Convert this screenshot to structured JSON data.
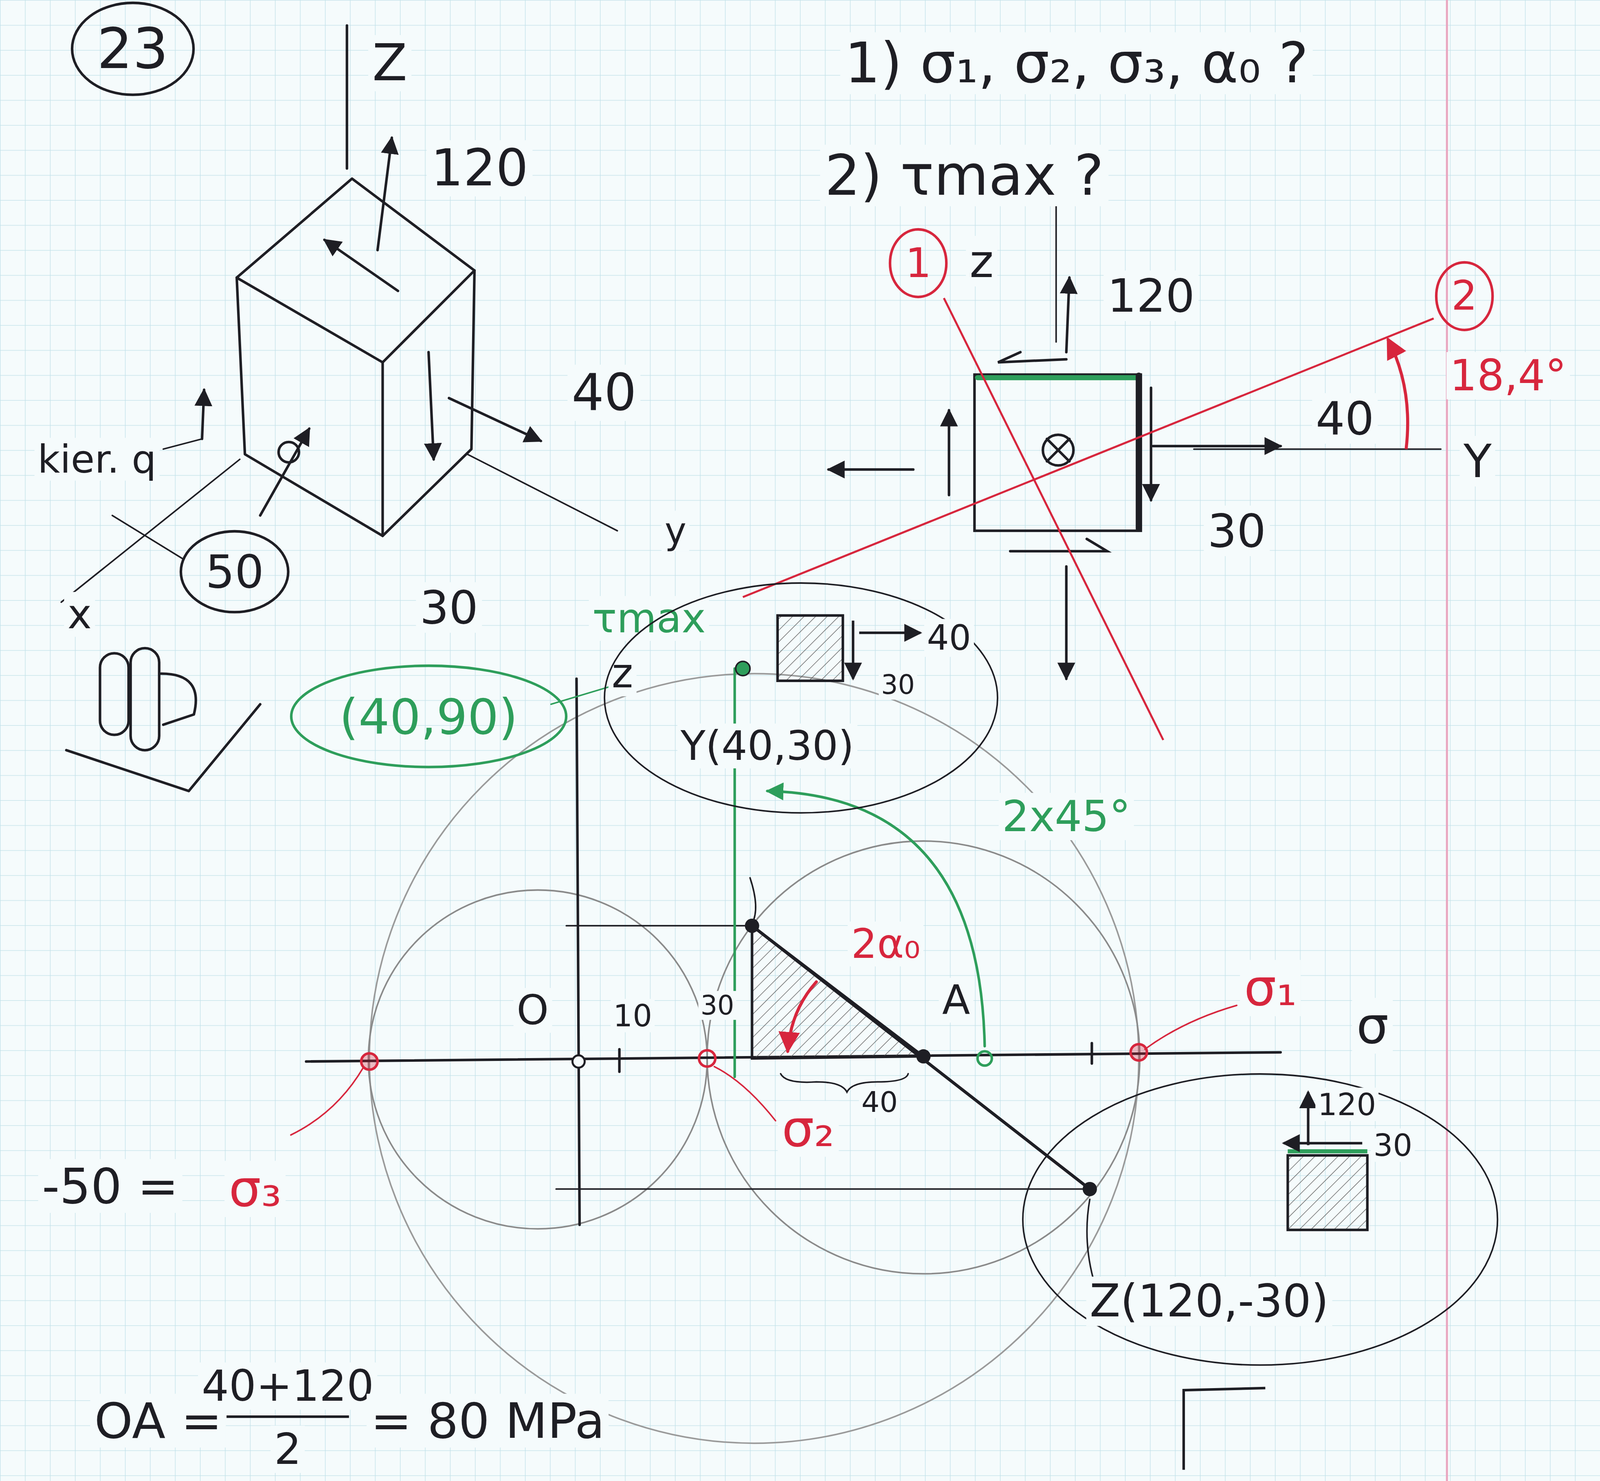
{
  "diagram": {
    "nodes": [
      {
        "text": [
          "23"
        ]
      },
      {
        "text": [
          "50"
        ]
      },
      {
        "text": [
          "1"
        ]
      },
      {
        "text": [
          "2"
        ]
      },
      {
        "text": [
          "(40,90)"
        ]
      },
      {
        "text": [
          "40",
          "30",
          "Y(40,30)"
        ]
      },
      {
        "text": [
          "120",
          "30",
          "Z(120,-30)"
        ]
      }
    ],
    "labels": [
      "Z",
      "120",
      "40",
      "kier. q",
      "30",
      "x",
      "y",
      "1) σ₁, σ₂, σ₃, α₀ ?",
      "2) τmax ?",
      "z",
      "120",
      "18,4°",
      "40",
      "Y",
      "30",
      "τmax",
      "z",
      "2x45°",
      "2α₀",
      "A",
      "σ₁",
      "σ",
      "O",
      "10",
      "30",
      "40",
      "σ₂",
      "-50 =",
      "σ₃",
      "OA =",
      "40+120",
      "2",
      "= 80 MPa"
    ]
  }
}
